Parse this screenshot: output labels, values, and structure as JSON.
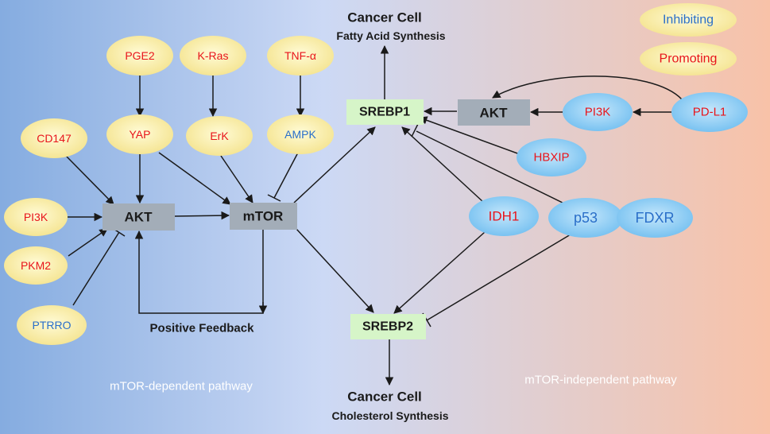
{
  "colors": {
    "promoting": "#e8141a",
    "inhibiting": "#2a6fc9",
    "dark": "#1a1a1a",
    "grey_box": "#a3adb8",
    "green_box": "#d6f5c8",
    "yellow_oval": "#f8f0a8",
    "blue_oval": "#8fcdf3",
    "bg_left": "#85ace0",
    "bg_mid": "#ccd9f5",
    "bg_right": "#f8c2a8"
  },
  "legend": {
    "inhibiting": "Inhibiting",
    "promoting": "Promoting"
  },
  "outcomes": {
    "fatty_title": "Cancer Cell",
    "fatty_sub": "Fatty Acid Synthesis",
    "chol_title": "Cancer Cell",
    "chol_sub": "Cholesterol Synthesis"
  },
  "left": {
    "pge2": "PGE2",
    "kras": "K-Ras",
    "tnfa": "TNF-α",
    "cd147": "CD147",
    "yap": "YAP",
    "erk": "ErK",
    "ampk": "AMPK",
    "pi3k": "PI3K",
    "pkm2": "PKM2",
    "ptrro": "PTRRO",
    "akt": "AKT",
    "mtor": "mTOR",
    "feedback": "Positive Feedback",
    "pathway": "mTOR-dependent pathway"
  },
  "center": {
    "srebp1": "SREBP1",
    "srebp2": "SREBP2"
  },
  "right": {
    "akt": "AKT",
    "pi3k": "PI3K",
    "pdl1": "PD-L1",
    "hbxip": "HBXIP",
    "idh1": "IDH1",
    "p53": "p53",
    "fdxr": "FDXR",
    "pathway": "mTOR-independent pathway"
  }
}
